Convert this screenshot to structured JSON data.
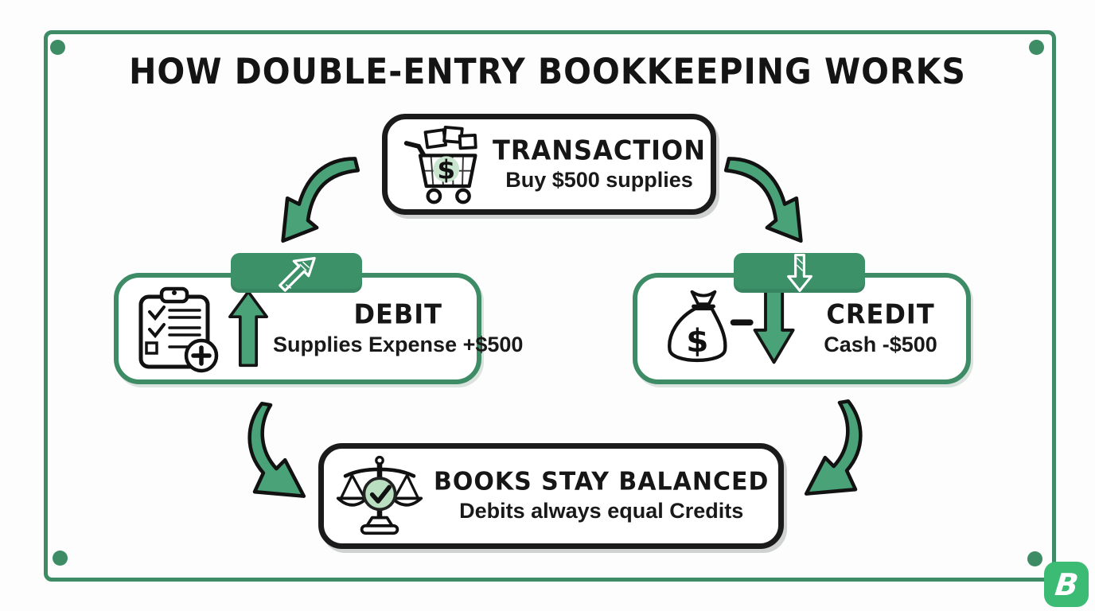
{
  "title": "HOW DOUBLE-ENTRY BOOKKEEPING WORKS",
  "boxes": {
    "transaction": {
      "label": "TRANSACTION",
      "detail": "Buy $500 supplies"
    },
    "debit": {
      "label": "DEBIT",
      "detail": "Supplies Expense +$500"
    },
    "credit": {
      "label": "CREDIT",
      "detail": "Cash -$500"
    },
    "balance": {
      "label": "BOOKS STAY BALANCED",
      "detail": "Debits always equal Credits"
    }
  },
  "icons": {
    "transaction_icon": "shopping-cart-icon",
    "debit_icon": "clipboard-checklist-plus-icon",
    "debit_side_arrow": "arrow-up-icon",
    "debit_tab_icon": "arrow-up-right-icon",
    "credit_icon": "money-bag-minus-icon",
    "credit_side_arrow": "arrow-down-icon",
    "credit_tab_icon": "arrow-down-icon",
    "balance_icon": "balance-scale-check-icon",
    "cart_currency": "$",
    "bag_currency": "$"
  },
  "colors": {
    "frame_green": "#3d8c66",
    "tab_green": "#3d9169",
    "arrow_green": "#4aa378",
    "light_green": "#c9e5cf",
    "ink_black": "#1b1b1b",
    "logo_green": "#3cbb75"
  },
  "logo": {
    "letter": "B"
  }
}
